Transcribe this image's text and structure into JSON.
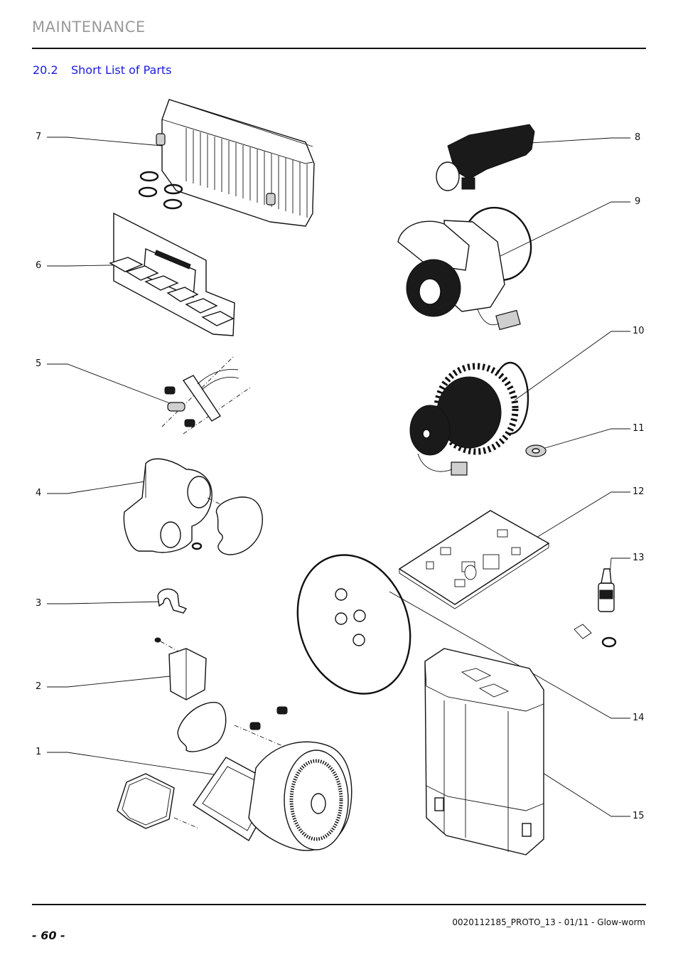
{
  "header": {
    "title": "MAINTENANCE"
  },
  "section": {
    "number": "20.2",
    "title": "Short List of Parts"
  },
  "callouts": {
    "c1": "1",
    "c2": "2",
    "c3": "3",
    "c4": "4",
    "c5": "5",
    "c6": "6",
    "c7": "7",
    "c8": "8",
    "c9": "9",
    "c10": "10",
    "c11": "11",
    "c12": "12",
    "c13": "13",
    "c14": "14",
    "c15": "15"
  },
  "footer": {
    "doc_ref": "0020112185_PROTO_13 - 01/11 - Glow-worm",
    "page": "- 60 -"
  }
}
